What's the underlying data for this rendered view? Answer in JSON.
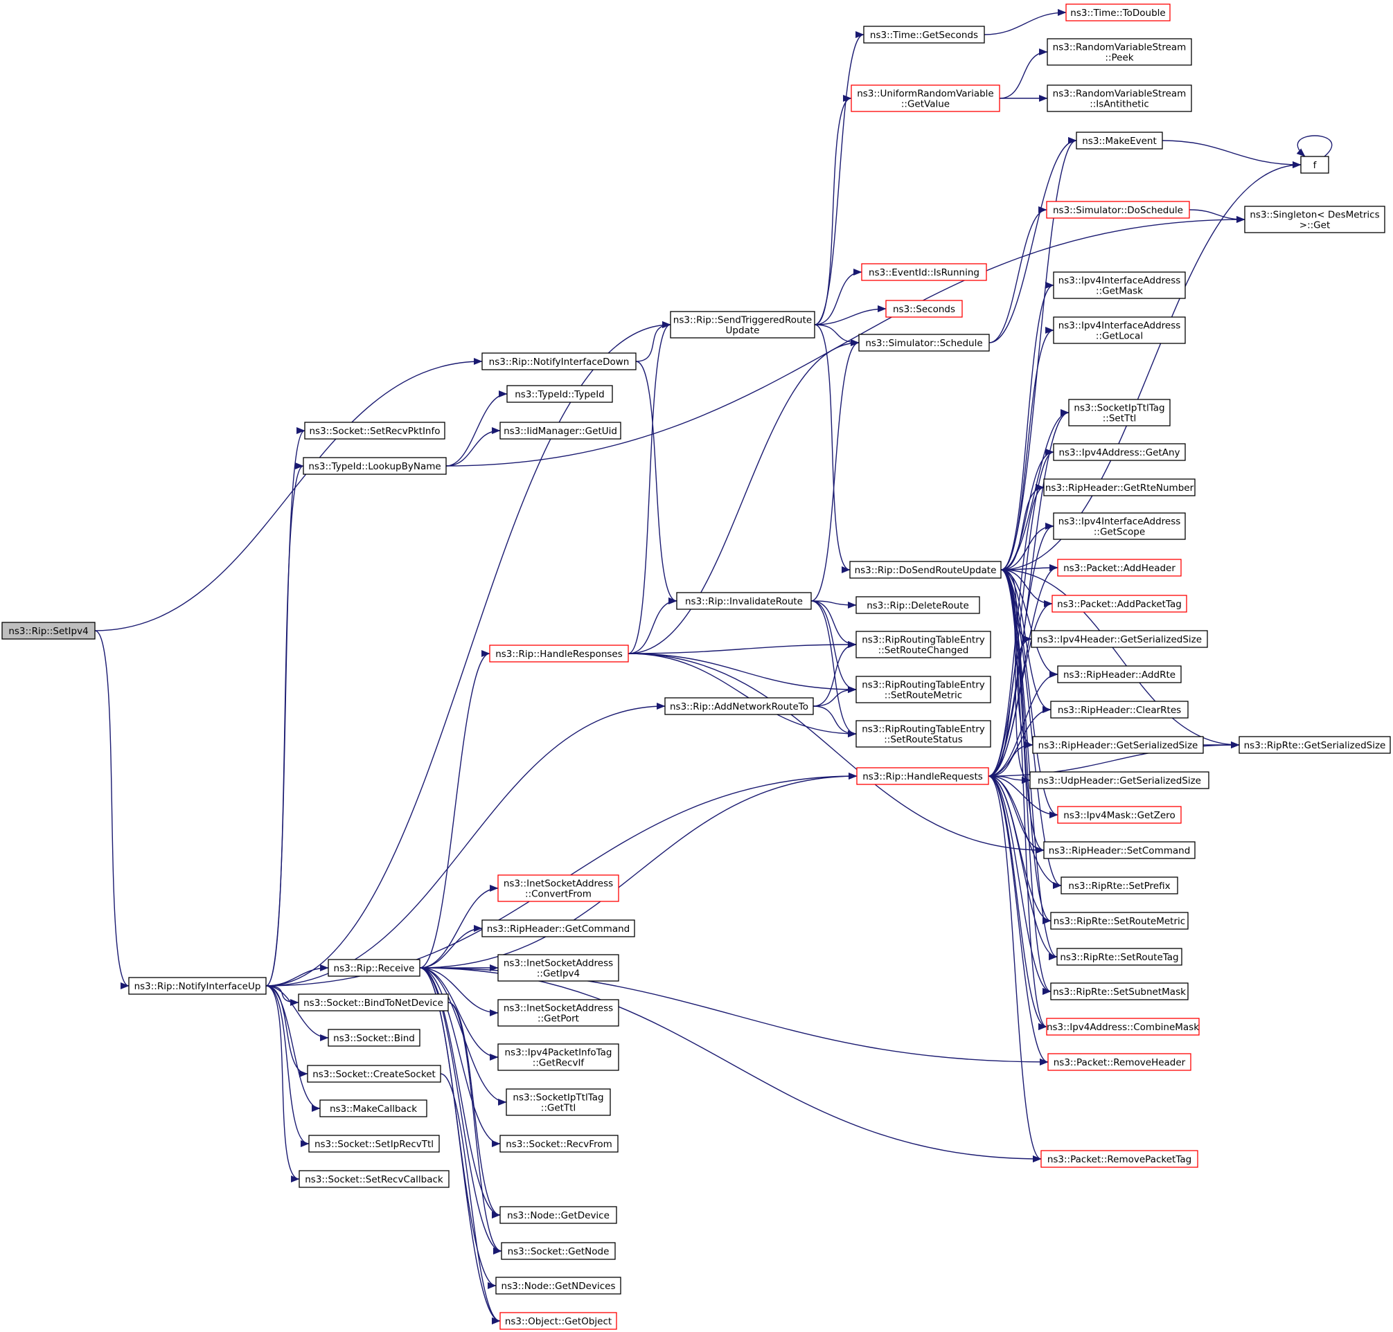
{
  "colors": {
    "edge": "#191970",
    "normal_border": "#000000",
    "truncated_border": "#ff0000",
    "root_fill": "#bfbfbf",
    "fill": "#ffffff"
  },
  "nodes": {
    "SetIpv4": {
      "lines": [
        "ns3::Rip::SetIpv4"
      ],
      "style": "root"
    },
    "NotifyInterfaceUp": {
      "lines": [
        "ns3::Rip::NotifyInterfaceUp"
      ],
      "style": "normal"
    },
    "SendTriggeredRouteUpdate": {
      "lines": [
        "ns3::Rip::SendTriggeredRoute",
        "Update"
      ],
      "style": "normal"
    },
    "NotifyInterfaceDown": {
      "lines": [
        "ns3::Rip::NotifyInterfaceDown"
      ],
      "style": "normal"
    },
    "SetRecvPktInfo": {
      "lines": [
        "ns3::Socket::SetRecvPktInfo"
      ],
      "style": "normal"
    },
    "LookupByName": {
      "lines": [
        "ns3::TypeId::LookupByName"
      ],
      "style": "normal"
    },
    "TypeIdTypeId": {
      "lines": [
        "ns3::TypeId::TypeId"
      ],
      "style": "normal"
    },
    "GetUid": {
      "lines": [
        "ns3::IidManager::GetUid"
      ],
      "style": "normal"
    },
    "TimeGetSeconds": {
      "lines": [
        "ns3::Time::GetSeconds"
      ],
      "style": "normal"
    },
    "TimeToDouble": {
      "lines": [
        "ns3::Time::ToDouble"
      ],
      "style": "truncated"
    },
    "URVGetValue": {
      "lines": [
        "ns3::UniformRandomVariable",
        "::GetValue"
      ],
      "style": "truncated"
    },
    "RVSPeek": {
      "lines": [
        "ns3::RandomVariableStream",
        "::Peek"
      ],
      "style": "normal"
    },
    "RVSIsAntithetic": {
      "lines": [
        "ns3::RandomVariableStream",
        "::IsAntithetic"
      ],
      "style": "normal"
    },
    "MakeEvent": {
      "lines": [
        "ns3::MakeEvent"
      ],
      "style": "normal"
    },
    "f": {
      "lines": [
        "f"
      ],
      "style": "normal"
    },
    "DoSchedule": {
      "lines": [
        "ns3::Simulator::DoSchedule"
      ],
      "style": "truncated"
    },
    "SingletonGet": {
      "lines": [
        "ns3::Singleton< DesMetrics",
        " >::Get"
      ],
      "style": "normal"
    },
    "IsRunning": {
      "lines": [
        "ns3::EventId::IsRunning"
      ],
      "style": "truncated"
    },
    "Seconds": {
      "lines": [
        "ns3::Seconds"
      ],
      "style": "truncated"
    },
    "Schedule": {
      "lines": [
        "ns3::Simulator::Schedule"
      ],
      "style": "normal"
    },
    "IfaceGetMask": {
      "lines": [
        "ns3::Ipv4InterfaceAddress",
        "::GetMask"
      ],
      "style": "normal"
    },
    "IfaceGetLocal": {
      "lines": [
        "ns3::Ipv4InterfaceAddress",
        "::GetLocal"
      ],
      "style": "normal"
    },
    "SetTtl": {
      "lines": [
        "ns3::SocketIpTtlTag",
        "::SetTtl"
      ],
      "style": "normal"
    },
    "GetAny": {
      "lines": [
        "ns3::Ipv4Address::GetAny"
      ],
      "style": "normal"
    },
    "GetRteNumber": {
      "lines": [
        "ns3::RipHeader::GetRteNumber"
      ],
      "style": "normal"
    },
    "IfaceGetScope": {
      "lines": [
        "ns3::Ipv4InterfaceAddress",
        "::GetScope"
      ],
      "style": "normal"
    },
    "DoSendRouteUpdate": {
      "lines": [
        "ns3::Rip::DoSendRouteUpdate"
      ],
      "style": "normal"
    },
    "AddHeader": {
      "lines": [
        "ns3::Packet::AddHeader"
      ],
      "style": "truncated"
    },
    "AddPacketTag": {
      "lines": [
        "ns3::Packet::AddPacketTag"
      ],
      "style": "truncated"
    },
    "Ipv4HdrSize": {
      "lines": [
        "ns3::Ipv4Header::GetSerializedSize"
      ],
      "style": "normal"
    },
    "AddRte": {
      "lines": [
        "ns3::RipHeader::AddRte"
      ],
      "style": "normal"
    },
    "ClearRtes": {
      "lines": [
        "ns3::RipHeader::ClearRtes"
      ],
      "style": "normal"
    },
    "RipHdrSize": {
      "lines": [
        "ns3::RipHeader::GetSerializedSize"
      ],
      "style": "normal"
    },
    "RipRteSize": {
      "lines": [
        "ns3::RipRte::GetSerializedSize"
      ],
      "style": "normal"
    },
    "UdpHdrSize": {
      "lines": [
        "ns3::UdpHeader::GetSerializedSize"
      ],
      "style": "normal"
    },
    "GetZero": {
      "lines": [
        "ns3::Ipv4Mask::GetZero"
      ],
      "style": "truncated"
    },
    "SetCommand": {
      "lines": [
        "ns3::RipHeader::SetCommand"
      ],
      "style": "normal"
    },
    "SetPrefix": {
      "lines": [
        "ns3::RipRte::SetPrefix"
      ],
      "style": "normal"
    },
    "RteSetRouteMetric": {
      "lines": [
        "ns3::RipRte::SetRouteMetric"
      ],
      "style": "normal"
    },
    "SetRouteTag": {
      "lines": [
        "ns3::RipRte::SetRouteTag"
      ],
      "style": "normal"
    },
    "SetSubnetMask": {
      "lines": [
        "ns3::RipRte::SetSubnetMask"
      ],
      "style": "normal"
    },
    "CombineMask": {
      "lines": [
        "ns3::Ipv4Address::CombineMask"
      ],
      "style": "truncated"
    },
    "RemoveHeader": {
      "lines": [
        "ns3::Packet::RemoveHeader"
      ],
      "style": "truncated"
    },
    "RemovePacketTag": {
      "lines": [
        "ns3::Packet::RemovePacketTag"
      ],
      "style": "truncated"
    },
    "InvalidateRoute": {
      "lines": [
        "ns3::Rip::InvalidateRoute"
      ],
      "style": "normal"
    },
    "DeleteRoute": {
      "lines": [
        "ns3::Rip::DeleteRoute"
      ],
      "style": "normal"
    },
    "SetRouteChanged": {
      "lines": [
        "ns3::RipRoutingTableEntry",
        "::SetRouteChanged"
      ],
      "style": "normal"
    },
    "EntrySetRouteMetric": {
      "lines": [
        "ns3::RipRoutingTableEntry",
        "::SetRouteMetric"
      ],
      "style": "normal"
    },
    "SetRouteStatus": {
      "lines": [
        "ns3::RipRoutingTableEntry",
        "::SetRouteStatus"
      ],
      "style": "normal"
    },
    "HandleResponses": {
      "lines": [
        "ns3::Rip::HandleResponses"
      ],
      "style": "truncated"
    },
    "AddNetworkRouteTo": {
      "lines": [
        "ns3::Rip::AddNetworkRouteTo"
      ],
      "style": "normal"
    },
    "HandleRequests": {
      "lines": [
        "ns3::Rip::HandleRequests"
      ],
      "style": "truncated"
    },
    "ConvertFrom": {
      "lines": [
        "ns3::InetSocketAddress",
        "::ConvertFrom"
      ],
      "style": "truncated"
    },
    "GetCommand": {
      "lines": [
        "ns3::RipHeader::GetCommand"
      ],
      "style": "normal"
    },
    "Receive": {
      "lines": [
        "ns3::Rip::Receive"
      ],
      "style": "normal"
    },
    "InetGetIpv4": {
      "lines": [
        "ns3::InetSocketAddress",
        "::GetIpv4"
      ],
      "style": "normal"
    },
    "InetGetPort": {
      "lines": [
        "ns3::InetSocketAddress",
        "::GetPort"
      ],
      "style": "normal"
    },
    "GetRecvIf": {
      "lines": [
        "ns3::Ipv4PacketInfoTag",
        "::GetRecvIf"
      ],
      "style": "normal"
    },
    "GetTtl": {
      "lines": [
        "ns3::SocketIpTtlTag",
        "::GetTtl"
      ],
      "style": "normal"
    },
    "RecvFrom": {
      "lines": [
        "ns3::Socket::RecvFrom"
      ],
      "style": "normal"
    },
    "BindToNetDevice": {
      "lines": [
        "ns3::Socket::BindToNetDevice"
      ],
      "style": "normal"
    },
    "Bind": {
      "lines": [
        "ns3::Socket::Bind"
      ],
      "style": "normal"
    },
    "CreateSocket": {
      "lines": [
        "ns3::Socket::CreateSocket"
      ],
      "style": "normal"
    },
    "MakeCallback": {
      "lines": [
        "ns3::MakeCallback"
      ],
      "style": "normal"
    },
    "SetIpRecvTtl": {
      "lines": [
        "ns3::Socket::SetIpRecvTtl"
      ],
      "style": "normal"
    },
    "SetRecvCallback": {
      "lines": [
        "ns3::Socket::SetRecvCallback"
      ],
      "style": "normal"
    },
    "NodeGetDevice": {
      "lines": [
        "ns3::Node::GetDevice"
      ],
      "style": "normal"
    },
    "SocketGetNode": {
      "lines": [
        "ns3::Socket::GetNode"
      ],
      "style": "normal"
    },
    "GetNDevices": {
      "lines": [
        "ns3::Node::GetNDevices"
      ],
      "style": "normal"
    },
    "GetObject": {
      "lines": [
        "ns3::Object::GetObject"
      ],
      "style": "truncated"
    }
  },
  "edges": [
    [
      "SetIpv4",
      "NotifyInterfaceUp"
    ],
    [
      "SetIpv4",
      "NotifyInterfaceDown"
    ],
    [
      "NotifyInterfaceUp",
      "SendTriggeredRouteUpdate"
    ],
    [
      "NotifyInterfaceUp",
      "SetRecvPktInfo"
    ],
    [
      "NotifyInterfaceUp",
      "LookupByName"
    ],
    [
      "NotifyInterfaceUp",
      "AddNetworkRouteTo"
    ],
    [
      "NotifyInterfaceUp",
      "HandleRequests"
    ],
    [
      "NotifyInterfaceUp",
      "Receive"
    ],
    [
      "NotifyInterfaceUp",
      "BindToNetDevice"
    ],
    [
      "NotifyInterfaceUp",
      "Bind"
    ],
    [
      "NotifyInterfaceUp",
      "CreateSocket"
    ],
    [
      "NotifyInterfaceUp",
      "MakeCallback"
    ],
    [
      "NotifyInterfaceUp",
      "SetIpRecvTtl"
    ],
    [
      "NotifyInterfaceUp",
      "SetRecvCallback"
    ],
    [
      "NotifyInterfaceDown",
      "SendTriggeredRouteUpdate"
    ],
    [
      "NotifyInterfaceDown",
      "InvalidateRoute"
    ],
    [
      "LookupByName",
      "TypeIdTypeId"
    ],
    [
      "LookupByName",
      "GetUid"
    ],
    [
      "LookupByName",
      "SingletonGet"
    ],
    [
      "SendTriggeredRouteUpdate",
      "TimeGetSeconds"
    ],
    [
      "SendTriggeredRouteUpdate",
      "URVGetValue"
    ],
    [
      "SendTriggeredRouteUpdate",
      "IsRunning"
    ],
    [
      "SendTriggeredRouteUpdate",
      "Seconds"
    ],
    [
      "SendTriggeredRouteUpdate",
      "Schedule"
    ],
    [
      "SendTriggeredRouteUpdate",
      "DoSendRouteUpdate"
    ],
    [
      "TimeGetSeconds",
      "TimeToDouble"
    ],
    [
      "URVGetValue",
      "RVSPeek"
    ],
    [
      "URVGetValue",
      "RVSIsAntithetic"
    ],
    [
      "Schedule",
      "MakeEvent"
    ],
    [
      "Schedule",
      "DoSchedule"
    ],
    [
      "MakeEvent",
      "f"
    ],
    [
      "DoSchedule",
      "SingletonGet"
    ],
    [
      "InvalidateRoute",
      "Schedule"
    ],
    [
      "InvalidateRoute",
      "DeleteRoute"
    ],
    [
      "InvalidateRoute",
      "SetRouteChanged"
    ],
    [
      "InvalidateRoute",
      "EntrySetRouteMetric"
    ],
    [
      "InvalidateRoute",
      "SetRouteStatus"
    ],
    [
      "HandleResponses",
      "SendTriggeredRouteUpdate"
    ],
    [
      "HandleResponses",
      "Schedule"
    ],
    [
      "HandleResponses",
      "InvalidateRoute"
    ],
    [
      "HandleResponses",
      "SetRouteChanged"
    ],
    [
      "HandleResponses",
      "EntrySetRouteMetric"
    ],
    [
      "HandleResponses",
      "SetRouteStatus"
    ],
    [
      "HandleResponses",
      "SetCommand"
    ],
    [
      "AddNetworkRouteTo",
      "SetRouteChanged"
    ],
    [
      "AddNetworkRouteTo",
      "EntrySetRouteMetric"
    ],
    [
      "AddNetworkRouteTo",
      "SetRouteStatus"
    ],
    [
      "DoSendRouteUpdate",
      "MakeEvent"
    ],
    [
      "DoSendRouteUpdate",
      "f"
    ],
    [
      "DoSendRouteUpdate",
      "IfaceGetMask"
    ],
    [
      "DoSendRouteUpdate",
      "IfaceGetLocal"
    ],
    [
      "DoSendRouteUpdate",
      "SetTtl"
    ],
    [
      "DoSendRouteUpdate",
      "GetAny"
    ],
    [
      "DoSendRouteUpdate",
      "GetRteNumber"
    ],
    [
      "DoSendRouteUpdate",
      "IfaceGetScope"
    ],
    [
      "DoSendRouteUpdate",
      "AddHeader"
    ],
    [
      "DoSendRouteUpdate",
      "AddPacketTag"
    ],
    [
      "DoSendRouteUpdate",
      "Ipv4HdrSize"
    ],
    [
      "DoSendRouteUpdate",
      "AddRte"
    ],
    [
      "DoSendRouteUpdate",
      "ClearRtes"
    ],
    [
      "DoSendRouteUpdate",
      "RipHdrSize"
    ],
    [
      "DoSendRouteUpdate",
      "UdpHdrSize"
    ],
    [
      "DoSendRouteUpdate",
      "GetZero"
    ],
    [
      "DoSendRouteUpdate",
      "SetCommand"
    ],
    [
      "DoSendRouteUpdate",
      "SetPrefix"
    ],
    [
      "DoSendRouteUpdate",
      "RteSetRouteMetric"
    ],
    [
      "DoSendRouteUpdate",
      "SetRouteTag"
    ],
    [
      "DoSendRouteUpdate",
      "SetSubnetMask"
    ],
    [
      "DoSendRouteUpdate",
      "CombineMask"
    ],
    [
      "DoSendRouteUpdate",
      "RipRteSize"
    ],
    [
      "HandleRequests",
      "SetTtl"
    ],
    [
      "HandleRequests",
      "GetAny"
    ],
    [
      "HandleRequests",
      "GetRteNumber"
    ],
    [
      "HandleRequests",
      "IfaceGetScope"
    ],
    [
      "HandleRequests",
      "AddHeader"
    ],
    [
      "HandleRequests",
      "AddPacketTag"
    ],
    [
      "HandleRequests",
      "Ipv4HdrSize"
    ],
    [
      "HandleRequests",
      "AddRte"
    ],
    [
      "HandleRequests",
      "ClearRtes"
    ],
    [
      "HandleRequests",
      "RipHdrSize"
    ],
    [
      "HandleRequests",
      "UdpHdrSize"
    ],
    [
      "HandleRequests",
      "GetZero"
    ],
    [
      "HandleRequests",
      "SetCommand"
    ],
    [
      "HandleRequests",
      "SetPrefix"
    ],
    [
      "HandleRequests",
      "RteSetRouteMetric"
    ],
    [
      "HandleRequests",
      "SetRouteTag"
    ],
    [
      "HandleRequests",
      "SetSubnetMask"
    ],
    [
      "HandleRequests",
      "CombineMask"
    ],
    [
      "HandleRequests",
      "RemoveHeader"
    ],
    [
      "HandleRequests",
      "RemovePacketTag"
    ],
    [
      "HandleRequests",
      "RipRteSize"
    ],
    [
      "RipHdrSize",
      "RipRteSize"
    ],
    [
      "f",
      "f"
    ],
    [
      "Receive",
      "HandleResponses"
    ],
    [
      "Receive",
      "HandleRequests"
    ],
    [
      "Receive",
      "ConvertFrom"
    ],
    [
      "Receive",
      "GetCommand"
    ],
    [
      "Receive",
      "InetGetIpv4"
    ],
    [
      "Receive",
      "InetGetPort"
    ],
    [
      "Receive",
      "GetRecvIf"
    ],
    [
      "Receive",
      "GetTtl"
    ],
    [
      "Receive",
      "RecvFrom"
    ],
    [
      "Receive",
      "RemoveHeader"
    ],
    [
      "Receive",
      "RemovePacketTag"
    ],
    [
      "Receive",
      "NodeGetDevice"
    ],
    [
      "Receive",
      "SocketGetNode"
    ],
    [
      "Receive",
      "GetNDevices"
    ],
    [
      "Receive",
      "GetObject"
    ],
    [
      "BindToNetDevice",
      "NodeGetDevice"
    ],
    [
      "BindToNetDevice",
      "SocketGetNode"
    ],
    [
      "CreateSocket",
      "GetObject"
    ]
  ]
}
